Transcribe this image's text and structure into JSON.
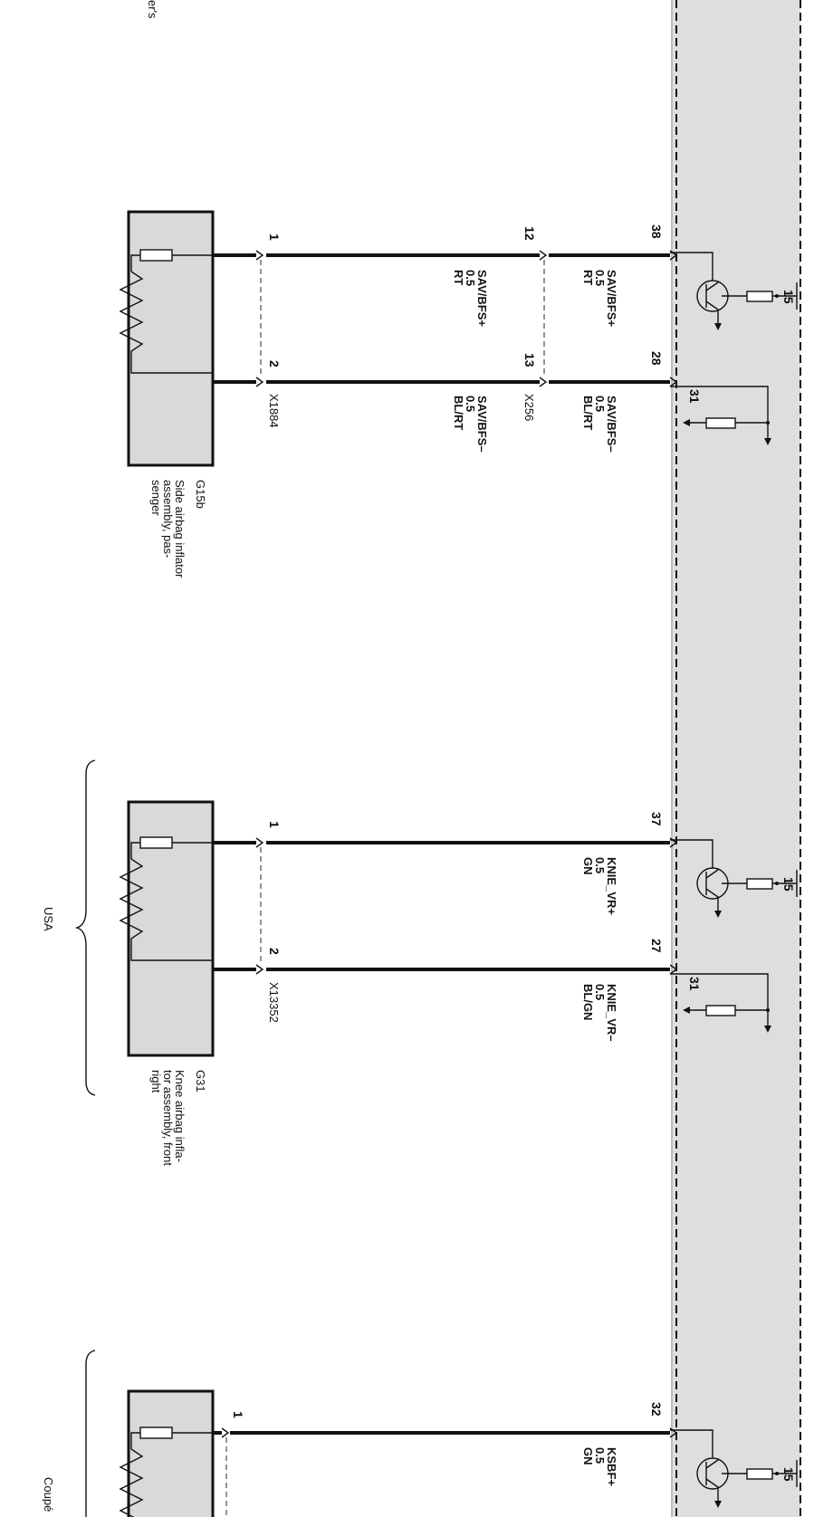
{
  "top_fragment": "er's",
  "group_labels": {
    "usa": "USA",
    "coupe": "Coupé"
  },
  "circuit_1": {
    "component_id": "G15b",
    "component_desc": [
      "Side airbag inflator",
      "assembly, pas-",
      "senger"
    ],
    "connector_device": "X1884",
    "connector_inline": "X256",
    "pins_device": [
      "1",
      "2"
    ],
    "pins_inline": [
      "12",
      "13"
    ],
    "pins_ecu": [
      "38",
      "28"
    ],
    "wire_pos_ecu": [
      "SAV/BFS+",
      "0.5",
      "RT"
    ],
    "wire_neg_ecu": [
      "SAV/BFS–",
      "0.5",
      "BL/RT"
    ],
    "wire_pos_mid": [
      "SAV/BFS+",
      "0.5",
      "RT"
    ],
    "wire_neg_mid": [
      "SAV/BFS–",
      "0.5",
      "BL/RT"
    ],
    "terminal_pos": "15",
    "terminal_neg": "31"
  },
  "circuit_2": {
    "component_id": "G31",
    "component_desc": [
      "Knee airbag infla-",
      "tor assembly, front",
      "right"
    ],
    "connector_device": "X13352",
    "pins_device": [
      "1",
      "2"
    ],
    "pins_ecu": [
      "37",
      "27"
    ],
    "wire_pos_ecu": [
      "KNIE_VR+",
      "0.5",
      "GN"
    ],
    "wire_neg_ecu": [
      "KNIE_VR–",
      "0.5",
      "BL/GN"
    ],
    "terminal_pos": "15",
    "terminal_neg": "31"
  },
  "circuit_3": {
    "pins_device": [
      "1"
    ],
    "pins_ecu": [
      "32"
    ],
    "wire_pos_ecu": [
      "KSBF+",
      "0.5",
      "GN"
    ],
    "terminal_pos": "15"
  }
}
